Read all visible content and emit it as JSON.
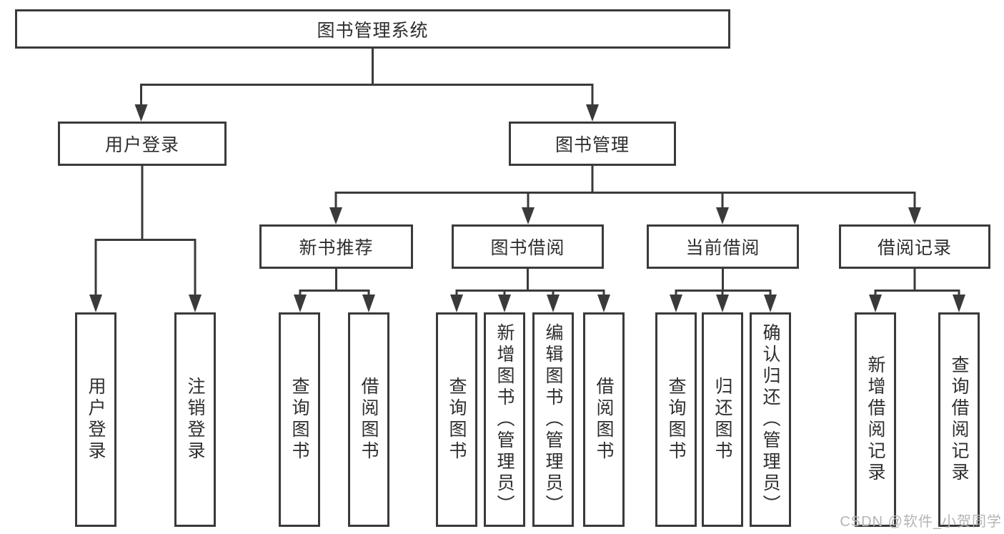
{
  "diagram": {
    "title": "图书管理系统",
    "level2": {
      "user_login": "用户登录",
      "book_management": "图书管理"
    },
    "level3": {
      "new_books": "新书推荐",
      "book_borrowing": "图书借阅",
      "current_borrowing": "当前借阅",
      "borrowing_records": "借阅记录"
    },
    "leaves": {
      "user_login": [
        "用户登录",
        "注销登录"
      ],
      "new_books": [
        "查询图书",
        "借阅图书"
      ],
      "book_borrowing": [
        "查询图书",
        "新增图书（管理员）",
        "编辑图书（管理员）",
        "借阅图书"
      ],
      "current_borrowing": [
        "查询图书",
        "归还图书",
        "确认归还（管理员）"
      ],
      "borrowing_records": [
        "新增借阅记录",
        "查询借阅记录"
      ]
    }
  },
  "watermark": "CSDN @软件_小贺同学",
  "colors": {
    "line": "#3a3a3a",
    "text": "#2e2e2e",
    "watermark": "#b5b5b5",
    "background": "#ffffff"
  }
}
